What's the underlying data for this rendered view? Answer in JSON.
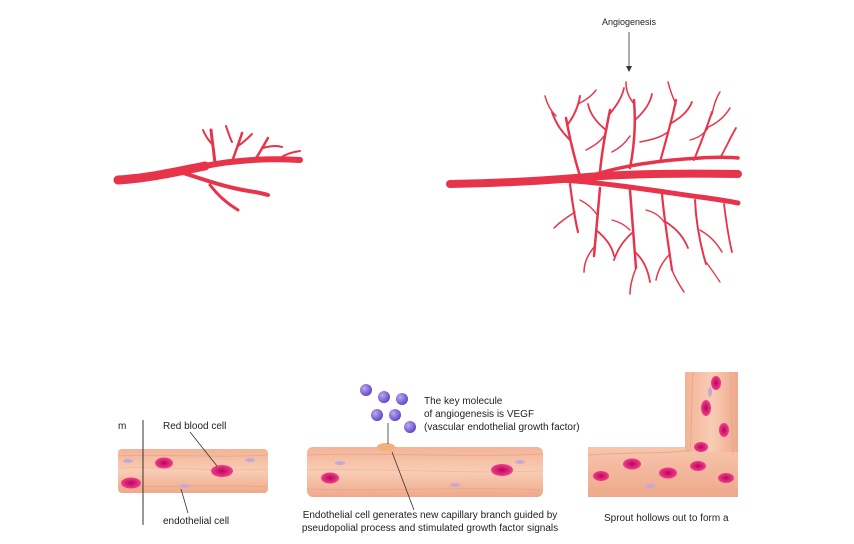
{
  "labels": {
    "angiogenesis": "Angiogenesis",
    "panel1_cut": "m",
    "red_blood_cell": "Red blood cell",
    "endothelial_cell": "endothelial cell",
    "vegf_line1": "The key molecule",
    "vegf_line2": "of angiogenesis is VEGF",
    "vegf_line3": "(vascular endothelial growth factor)",
    "panel2_line1": "Endothelial cell generates new capillary branch guided by",
    "panel2_line2": "pseudopolial process and stimulated growth factor signals",
    "panel3_caption": "Sprout hollows out to form a"
  },
  "colors": {
    "vessel": "#e8344a",
    "vessel_light": "#f07a86",
    "tube_fill": "#f6c2a6",
    "tube_stripe": "#e9a98a",
    "rbc": "#e2217a",
    "rbc_core": "#b8125e",
    "vegf": "#7c5fd6",
    "leader": "#333333"
  }
}
